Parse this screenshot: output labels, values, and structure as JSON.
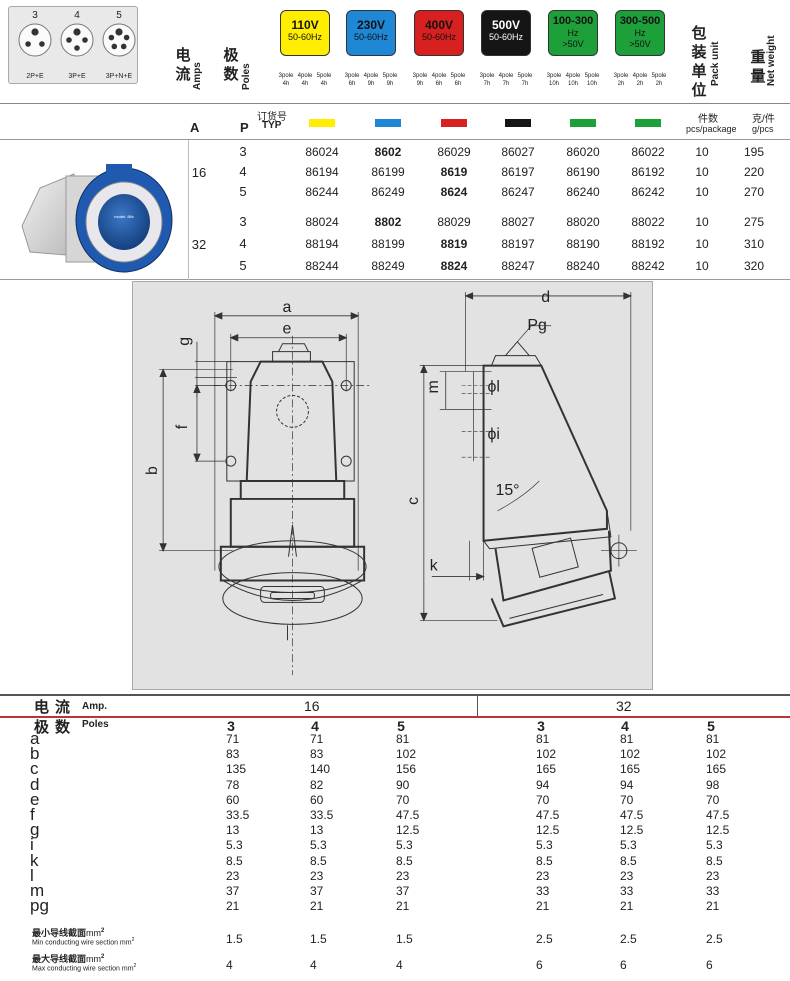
{
  "header": {
    "pin_numbers": [
      "3",
      "4",
      "5"
    ],
    "pin_labels": [
      "2P+E",
      "3P+E",
      "3P+N+E"
    ],
    "amps_zh": [
      "电",
      "流"
    ],
    "amps_en": "Amps",
    "poles_zh": [
      "极",
      "数"
    ],
    "poles_en": "Poles",
    "voltages": [
      {
        "main": "110V",
        "sub": "50-60Hz",
        "color": "#ffee00",
        "text": "#111",
        "poles": [
          [
            "3pole",
            "4h"
          ],
          [
            "4pole",
            "4h"
          ],
          [
            "5pole",
            "4h"
          ]
        ]
      },
      {
        "main": "230V",
        "sub": "50-60Hz",
        "color": "#1e88d6",
        "text": "#111",
        "poles": [
          [
            "3pole",
            "6h"
          ],
          [
            "4pole",
            "9h"
          ],
          [
            "5pole",
            "9h"
          ]
        ]
      },
      {
        "main": "400V",
        "sub": "50-60Hz",
        "color": "#d82020",
        "text": "#111",
        "poles": [
          [
            "3pole",
            "9h"
          ],
          [
            "4pole",
            "6h"
          ],
          [
            "5pole",
            "6h"
          ]
        ]
      },
      {
        "main": "500V",
        "sub": "50-60Hz",
        "color": "#151515",
        "text": "#fff",
        "poles": [
          [
            "3pole",
            "7h"
          ],
          [
            "4pole",
            "7h"
          ],
          [
            "5pole",
            "7h"
          ]
        ]
      },
      {
        "main": "100-300",
        "sub": "Hz",
        "sub2": ">50V",
        "color": "#1da03a",
        "text": "#111",
        "poles": [
          [
            "3pole",
            "10h"
          ],
          [
            "4pole",
            "10h"
          ],
          [
            "5pole",
            "10h"
          ]
        ]
      },
      {
        "main": "300-500",
        "sub": "Hz",
        "sub2": ">50V",
        "color": "#1da03a",
        "text": "#111",
        "poles": [
          [
            "3pole",
            "2h"
          ],
          [
            "4pole",
            "2h"
          ],
          [
            "5pole",
            "2h"
          ]
        ]
      }
    ],
    "pack_zh": [
      "包",
      "装",
      "单",
      "位"
    ],
    "pack_en": "Pack unit",
    "weight_zh": [
      "重",
      "量"
    ],
    "weight_en": "Net weight"
  },
  "order": {
    "head_a": "A",
    "head_p": "P",
    "typ_zh": "订货号",
    "typ_en": "TYP",
    "swatch_colors": [
      "#ffee00",
      "#1e88d6",
      "#d82020",
      "#151515",
      "#1da03a",
      "#1da03a"
    ],
    "pack_zh": "件数",
    "pack_en": "pcs/package",
    "weight_zh": "克/件",
    "weight_en": "g/pcs",
    "groups": [
      {
        "amp": "16",
        "rows": [
          {
            "pole": "3",
            "codes": [
              "86024",
              "8602",
              "86029",
              "86027",
              "86020",
              "86022"
            ],
            "bold": 1,
            "pack": "10",
            "weight": "195"
          },
          {
            "pole": "4",
            "codes": [
              "86194",
              "86199",
              "8619",
              "86197",
              "86190",
              "86192"
            ],
            "bold": 2,
            "pack": "10",
            "weight": "220"
          },
          {
            "pole": "5",
            "codes": [
              "86244",
              "86249",
              "8624",
              "86247",
              "86240",
              "86242"
            ],
            "bold": 2,
            "pack": "10",
            "weight": "270"
          }
        ]
      },
      {
        "amp": "32",
        "rows": [
          {
            "pole": "3",
            "codes": [
              "88024",
              "8802",
              "88029",
              "88027",
              "88020",
              "88022"
            ],
            "bold": 1,
            "pack": "10",
            "weight": "275"
          },
          {
            "pole": "4",
            "codes": [
              "88194",
              "88199",
              "8819",
              "88197",
              "88190",
              "88192"
            ],
            "bold": 2,
            "pack": "10",
            "weight": "310"
          },
          {
            "pole": "5",
            "codes": [
              "88244",
              "88249",
              "8824",
              "88247",
              "88240",
              "88242"
            ],
            "bold": 2,
            "pack": "10",
            "weight": "320"
          }
        ]
      }
    ]
  },
  "drawing": {
    "labels": {
      "a": "a",
      "e": "e",
      "g": "g",
      "f": "f",
      "b": "b",
      "d": "d",
      "pg": "Pg",
      "m": "m",
      "l": "ϕl",
      "i": "ϕi",
      "c": "c",
      "k": "k",
      "angle": "15°"
    }
  },
  "dims": {
    "amp_zh": "电流",
    "amp_en": "Amp.",
    "pole_zh": "极数",
    "pole_en": "Poles",
    "amps": [
      "16",
      "32"
    ],
    "poles": [
      "3",
      "4",
      "5",
      "3",
      "4",
      "5"
    ],
    "rows": [
      {
        "key": "a",
        "vals": [
          "71",
          "71",
          "81",
          "81",
          "81",
          "81"
        ]
      },
      {
        "key": "b",
        "vals": [
          "83",
          "83",
          "102",
          "102",
          "102",
          "102"
        ]
      },
      {
        "key": "c",
        "vals": [
          "135",
          "140",
          "156",
          "165",
          "165",
          "165"
        ]
      },
      {
        "key": "d",
        "vals": [
          "78",
          "82",
          "90",
          "94",
          "94",
          "98"
        ]
      },
      {
        "key": "e",
        "vals": [
          "60",
          "60",
          "70",
          "70",
          "70",
          "70"
        ]
      },
      {
        "key": "f",
        "vals": [
          "33.5",
          "33.5",
          "47.5",
          "47.5",
          "47.5",
          "47.5"
        ]
      },
      {
        "key": "g",
        "vals": [
          "13",
          "13",
          "12.5",
          "12.5",
          "12.5",
          "12.5"
        ]
      },
      {
        "key": "i",
        "vals": [
          "5.3",
          "5.3",
          "5.3",
          "5.3",
          "5.3",
          "5.3"
        ]
      },
      {
        "key": "k",
        "vals": [
          "8.5",
          "8.5",
          "8.5",
          "8.5",
          "8.5",
          "8.5"
        ]
      },
      {
        "key": "l",
        "vals": [
          "23",
          "23",
          "23",
          "23",
          "23",
          "23"
        ]
      },
      {
        "key": "m",
        "vals": [
          "37",
          "37",
          "37",
          "33",
          "33",
          "33"
        ]
      },
      {
        "key": "pg",
        "vals": [
          "21",
          "21",
          "21",
          "21",
          "21",
          "21"
        ]
      }
    ],
    "min_wire": {
      "zh": "最小导线截面",
      "unit": "mm",
      "en": "Min conducting wire section mm",
      "vals": [
        "1.5",
        "1.5",
        "1.5",
        "2.5",
        "2.5",
        "2.5"
      ]
    },
    "max_wire": {
      "zh": "最大导线截面",
      "unit": "mm",
      "en": "Max conducting wire section mm",
      "vals": [
        "4",
        "4",
        "4",
        "6",
        "6",
        "6"
      ]
    }
  }
}
